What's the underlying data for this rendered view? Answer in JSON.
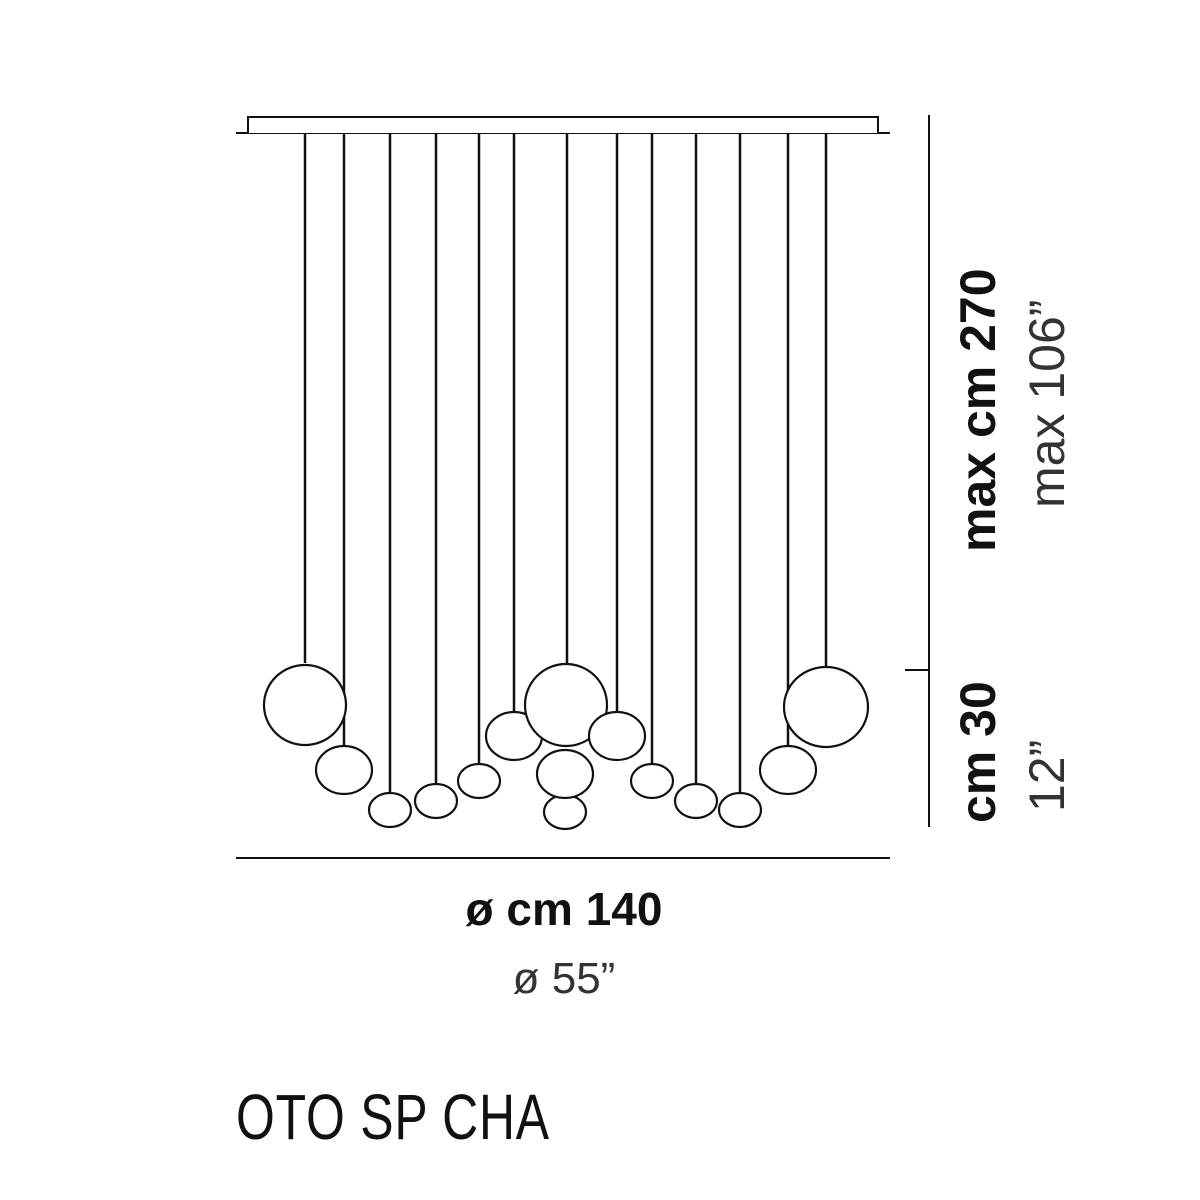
{
  "dimensions": {
    "height_max_metric": "max cm 270",
    "height_max_imperial": "max 106”",
    "cluster_height_metric": "cm 30",
    "cluster_height_imperial": "12”",
    "diameter_metric": "ø cm 140",
    "diameter_imperial": "ø 55”"
  },
  "model": {
    "name": "OTO SP CHA"
  },
  "colors": {
    "line": "#111111",
    "canopy": "#ffffff"
  }
}
